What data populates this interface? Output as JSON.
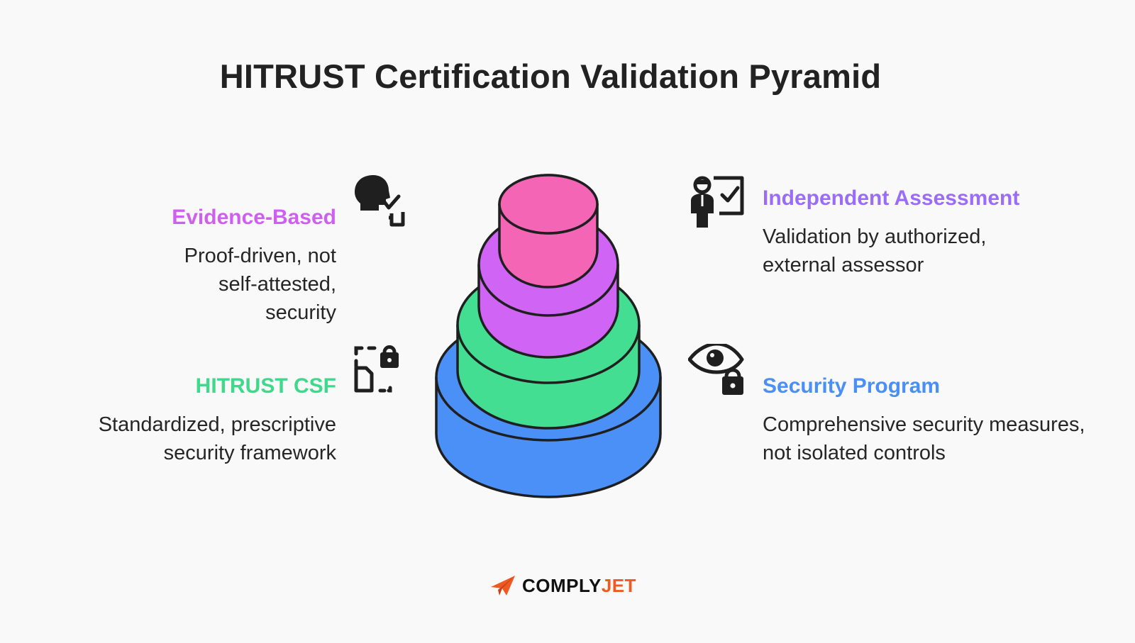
{
  "title": "HITRUST Certification Validation Pyramid",
  "colors": {
    "evidence": "#cf5ff0",
    "independent": "#9b6cf5",
    "csf": "#3fd98b",
    "security": "#4a8ff5",
    "tier_top": "#f565b6",
    "tier_second": "#cf64f5",
    "tier_third": "#43de92",
    "tier_base": "#4a90f7",
    "logo_accent": "#f05a22"
  },
  "left": [
    {
      "key": "evidence",
      "heading": "Evidence-Based",
      "description": "Proof-driven, not self-attested, security",
      "icon": "head-check-icon"
    },
    {
      "key": "csf",
      "heading": "HITRUST CSF",
      "description": "Standardized, prescriptive security framework",
      "icon": "document-lock-icon"
    }
  ],
  "right": [
    {
      "key": "independent",
      "heading": "Independent Assessment",
      "description": "Validation by authorized, external assessor",
      "icon": "assessor-check-icon"
    },
    {
      "key": "security",
      "heading": "Security Program",
      "description": "Comprehensive security measures, not isolated controls",
      "icon": "eye-lock-icon"
    }
  ],
  "logo": {
    "part1": "COMPLY",
    "part2": "JET",
    "icon": "paper-plane-icon"
  }
}
